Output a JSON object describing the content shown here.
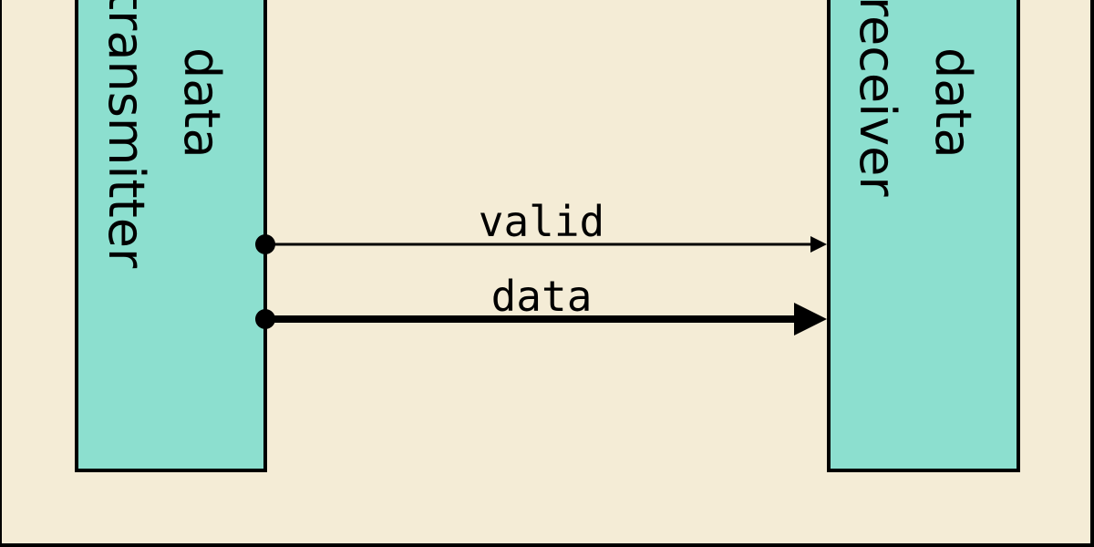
{
  "diagram": {
    "colors": {
      "background": "#f4ecd6",
      "block_fill": "#8cdfcf",
      "stroke": "#000000"
    },
    "transmitter": {
      "line1": "data",
      "line2": "transmitter"
    },
    "receiver": {
      "line1": "data",
      "line2": "receiver"
    },
    "signals": {
      "valid": "valid",
      "data": "data"
    }
  }
}
